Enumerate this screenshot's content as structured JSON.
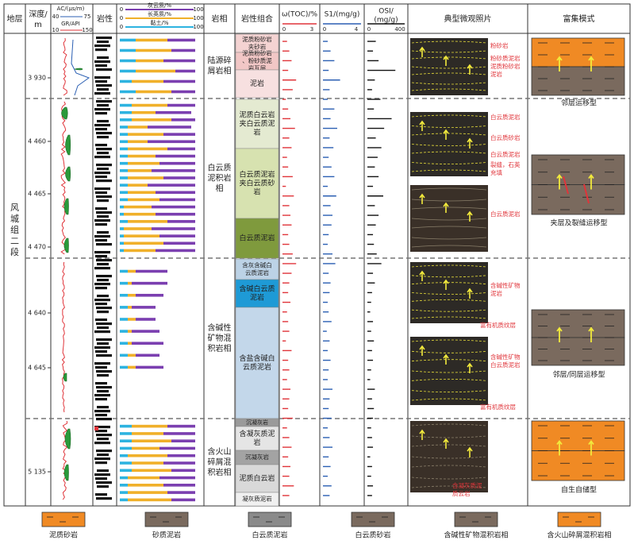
{
  "headers": {
    "stratum": "地层",
    "depth": "深度/\nm",
    "lithology": "岩性",
    "facies": "岩相",
    "litho_combo": "岩性组合",
    "toc": "ω(TOC)/%",
    "s1": "S1/(mg/g)",
    "osi": "OSI/\n(mg/g)",
    "photos": "典型微观照片",
    "mode": "富集模式"
  },
  "logs_header": {
    "ac": "AC/(μs/m)",
    "ac_min": "40",
    "ac_max": "75",
    "gr": "GR/API",
    "gr_min": "10",
    "gr_max": "150"
  },
  "mineral_header": {
    "items": [
      {
        "label": "灰云质/%",
        "min": "0",
        "max": "100",
        "color": "#7b3fb0"
      },
      {
        "label": "长英质/%",
        "min": "0",
        "max": "100",
        "color": "#f0b02a"
      },
      {
        "label": "黏土/%",
        "min": "0",
        "max": "100",
        "color": "#2db3e0"
      }
    ]
  },
  "scale_header": {
    "toc": {
      "min": "0",
      "max": "3",
      "color": "#e0343a"
    },
    "s1": {
      "min": "0",
      "max": "4",
      "color": "#2b5fb3"
    },
    "osi": {
      "min": "0",
      "max": "400",
      "color": "#111111"
    }
  },
  "stratum_label": "风城组二段",
  "depth_ticks": [
    "3 930",
    "4 460",
    "4 465",
    "4 470",
    "4 640",
    "4 645",
    "5 135"
  ],
  "facies": [
    "陆源碎屑岩相",
    "白云质泥积岩相",
    "含碱性矿物混积岩相",
    "含火山碎屑混积岩相"
  ],
  "litho_combo": [
    {
      "text": "泥质粉砂岩夹砂岩",
      "color": "#f4d3d2"
    },
    {
      "text": "泥质粉砂岩、粉砂质泥岩互层",
      "color": "#f2c7c6"
    },
    {
      "text": "泥岩",
      "color": "#f7e0e0"
    },
    {
      "text": "泥质白云岩夹白云质泥岩",
      "color": "#e4ead1"
    },
    {
      "text": "白云质泥岩夹白云质砂岩",
      "color": "#d7e2b0"
    },
    {
      "text": "白云质泥岩",
      "color": "#7f9a3d"
    },
    {
      "text": "含灰含碱白云质泥岩",
      "color": "#bcd2e6"
    },
    {
      "text": "含碱白云质泥岩",
      "color": "#1e9ad6"
    },
    {
      "text": "含盐含碱白云质泥岩",
      "color": "#c3d7ea"
    },
    {
      "text": "沉凝灰岩",
      "color": "#9a9a9a"
    },
    {
      "text": "含凝灰质泥岩",
      "color": "#e5e5e5"
    },
    {
      "text": "沉凝灰岩",
      "color": "#a3a3a3"
    },
    {
      "text": "泥质白云岩",
      "color": "#d9d9d9"
    },
    {
      "text": "凝灰质泥岩",
      "color": "#f0f0f0"
    }
  ],
  "photo_labels": [
    {
      "text": "粉砂岩"
    },
    {
      "text": "粉砂质泥岩泥质粉砂岩泥岩"
    },
    {
      "text": "白云质泥岩"
    },
    {
      "text": "白云质砂岩"
    },
    {
      "text": "白云质泥岩"
    },
    {
      "text": "裂缝，石英充填"
    },
    {
      "text": "白云质泥岩"
    },
    {
      "text": "含碱性矿物泥岩"
    },
    {
      "text": "富有机质纹层"
    },
    {
      "text": "含碱性矿物白云质泥岩"
    },
    {
      "text": "富有机质纹层"
    },
    {
      "text": "含凝灰质泥质云岩"
    }
  ],
  "modes": [
    "邻层运移型",
    "夹层及裂缝运移型",
    "邻层/同层运移型",
    "自生自储型"
  ],
  "legend": [
    {
      "label": "泥质砂岩",
      "color": "#f08a24"
    },
    {
      "label": "砂质泥岩",
      "color": "#7a6a5e"
    },
    {
      "label": "白云质泥岩",
      "color": "#8a8a8a"
    },
    {
      "label": "白云质砂岩",
      "color": "#7a6a5e"
    },
    {
      "label": "含碱性矿物混积岩相",
      "color": "#7a6a5e"
    },
    {
      "label": "含火山碎屑混积岩相",
      "color": "#f08a24"
    }
  ],
  "chart_data": {
    "type": "table",
    "zones": [
      {
        "name": "陆源碎屑岩相",
        "mode": "邻层运移型"
      },
      {
        "name": "白云质泥积岩相",
        "mode": "夹层及裂缝运移型"
      },
      {
        "name": "含碱性矿物混积岩相",
        "mode": "邻层/同层运移型"
      },
      {
        "name": "含火山碎屑混积岩相",
        "mode": "自生自储型"
      }
    ],
    "mineral_bars": [
      [
        35,
        40,
        20
      ],
      [
        30,
        45,
        20
      ],
      [
        40,
        35,
        20
      ],
      [
        25,
        50,
        20
      ],
      [
        40,
        40,
        15
      ],
      [
        30,
        45,
        20
      ],
      [
        35,
        45,
        15
      ],
      [
        45,
        30,
        15
      ],
      [
        30,
        50,
        15
      ],
      [
        55,
        25,
        10
      ],
      [
        40,
        45,
        10
      ],
      [
        60,
        25,
        10
      ],
      [
        35,
        50,
        10
      ],
      [
        50,
        35,
        10
      ],
      [
        45,
        40,
        10
      ],
      [
        55,
        30,
        10
      ],
      [
        40,
        45,
        10
      ],
      [
        60,
        25,
        10
      ],
      [
        50,
        35,
        10
      ],
      [
        45,
        40,
        10
      ],
      [
        55,
        35,
        5
      ],
      [
        50,
        40,
        5
      ],
      [
        35,
        50,
        10
      ],
      [
        55,
        35,
        5
      ],
      [
        45,
        45,
        5
      ],
      [
        40,
        50,
        5
      ],
      [
        50,
        40,
        5
      ],
      [
        40,
        10,
        10
      ],
      [
        45,
        5,
        10
      ],
      [
        35,
        10,
        10
      ],
      [
        30,
        5,
        10
      ],
      [
        25,
        10,
        10
      ],
      [
        35,
        5,
        10
      ],
      [
        40,
        5,
        10
      ],
      [
        30,
        10,
        10
      ],
      [
        35,
        10,
        10
      ],
      [
        35,
        45,
        15
      ],
      [
        40,
        40,
        15
      ],
      [
        30,
        50,
        15
      ],
      [
        45,
        35,
        15
      ],
      [
        35,
        50,
        10
      ],
      [
        40,
        40,
        15
      ],
      [
        30,
        50,
        15
      ],
      [
        45,
        40,
        10
      ],
      [
        40,
        45,
        10
      ],
      [
        35,
        50,
        10
      ],
      [
        30,
        55,
        10
      ]
    ],
    "toc": [
      0.4,
      0.6,
      0.8,
      0.5,
      1.2,
      0.9,
      0.3,
      0.5,
      0.7,
      1.1,
      0.6,
      0.8,
      0.4,
      0.5,
      0.9,
      0.3,
      1.0,
      0.6,
      0.7,
      0.8,
      0.5,
      0.6,
      0.9,
      1.2,
      0.8,
      0.6,
      0.5,
      0.7,
      0.4,
      0.5,
      0.6,
      0.3,
      0.8,
      0.5,
      0.6,
      0.4,
      0.7,
      0.6,
      0.5,
      0.9,
      0.4,
      0.6,
      0.8,
      0.5,
      0.7,
      0.6,
      1.0,
      0.6
    ],
    "s1": [
      0.5,
      0.8,
      1.2,
      0.6,
      1.8,
      0.7,
      0.5,
      1.2,
      0.8,
      1.5,
      0.7,
      1.1,
      0.6,
      0.9,
      1.2,
      0.5,
      1.4,
      0.8,
      1.0,
      0.9,
      0.6,
      0.5,
      1.0,
      1.3,
      0.6,
      0.8,
      0.7,
      0.5,
      0.6,
      0.9,
      0.4,
      0.7,
      0.5,
      0.8,
      0.6,
      0.5,
      1.0,
      0.7,
      0.6,
      0.9,
      0.5,
      0.7,
      1.0,
      0.6,
      0.8,
      0.5,
      0.9,
      0.7
    ],
    "osi": [
      90,
      60,
      120,
      300,
      80,
      50,
      140,
      70,
      260,
      180,
      90,
      150,
      110,
      80,
      120,
      60,
      170,
      80,
      120,
      90,
      60,
      70,
      100,
      150,
      60,
      80,
      50,
      40,
      30,
      60,
      40,
      70,
      50,
      60,
      40,
      30,
      80,
      50,
      70,
      60,
      40,
      50,
      60,
      30,
      50,
      40,
      60,
      50
    ]
  }
}
